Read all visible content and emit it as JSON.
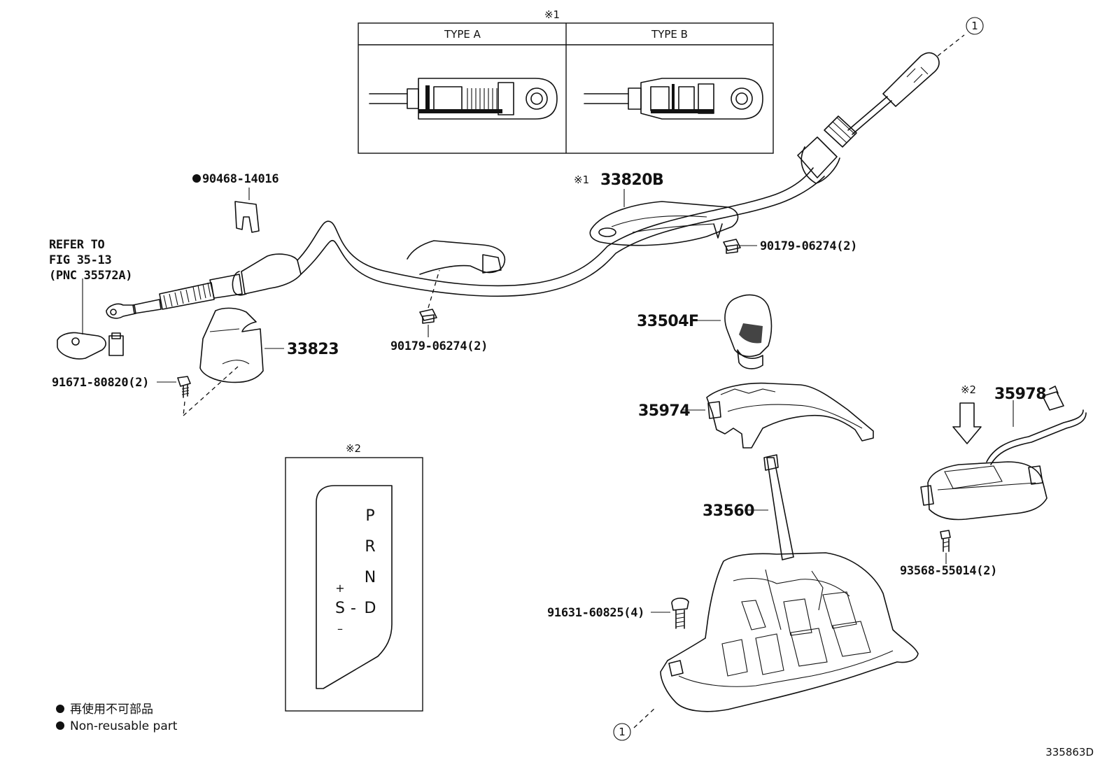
{
  "diagram_id": "335863D",
  "notes": {
    "note1": "※1",
    "note2": "※2"
  },
  "inset_types": {
    "type_a": "TYPE A",
    "type_b": "TYPE B"
  },
  "parts": {
    "clip": "90468-14016",
    "refer_line1": "REFER TO",
    "refer_line2": "FIG 35-13",
    "refer_line3": "(PNC 35572A)",
    "cable_assy": "33820B",
    "nut_right": "90179-06274(2)",
    "nut_center": "90179-06274(2)",
    "bracket": "33823",
    "bolt_left": "91671-80820(2)",
    "knob": "33504F",
    "housing": "35974",
    "indicator": "35978",
    "lever": "33560",
    "bolt_lever": "91631-60825(4)",
    "screw_indicator": "93568-55014(2)"
  },
  "ref_marker": "1",
  "gate_labels": {
    "p": "P",
    "r": "R",
    "n": "N",
    "d": "D",
    "s": "S",
    "plus": "+",
    "minus": "–",
    "dash": "-"
  },
  "legend": {
    "jp": "再使用不可部品",
    "en": "Non-reusable part"
  }
}
